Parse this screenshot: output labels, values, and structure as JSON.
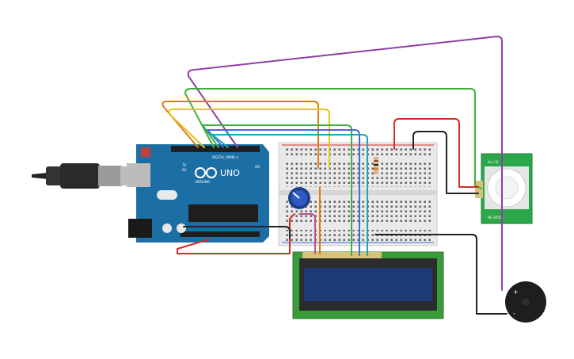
{
  "arduino": {
    "brand": "UNO",
    "logo_text": "ARDUINO",
    "header_label": "DIGITAL (PWM~)",
    "tx_label": "TX",
    "rx_label": "RX",
    "on_label": "ON",
    "board_color": "#1c6fa5"
  },
  "pir_sensor": {
    "label_left": "Ho / Hi",
    "label_right": "HC-SR501",
    "body_color": "#2aa84a"
  },
  "buzzer": {
    "plus_label": "+",
    "minus_label": "-"
  },
  "wire_colors": {
    "purple": "#8e3fa8",
    "green": "#3fae3f",
    "orange": "#e07a12",
    "yellow": "#e6c21a",
    "blue": "#3a6fd8",
    "teal": "#19a5b8",
    "red": "#d42a2a",
    "black": "#222222",
    "gray": "#8b8b8b"
  }
}
